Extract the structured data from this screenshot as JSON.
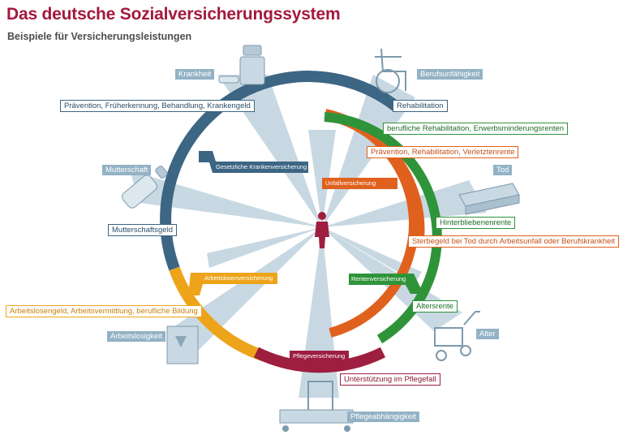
{
  "header": {
    "title": "Das deutsche Sozialversicherungssystem",
    "subtitle": "Beispiele für Versicherungsleistungen"
  },
  "insurances": {
    "kranken": "Gesetzliche Krankenversicherung",
    "unfall": "Unfallversicherung",
    "arbeitslosen": "Arbeitslosenversicherung",
    "renten": "Rentenversicherung",
    "pflege": "Pflegeversicherung"
  },
  "risks": {
    "krankheit": "Krankheit",
    "berufsunfaehigkeit": "Berufsunfähigkeit",
    "mutterschaft": "Mutterschaft",
    "tod": "Tod",
    "arbeitslosigkeit": "Arbeitslosigkeit",
    "alter": "Alter",
    "pflegeabhaengigkeit": "Pflegeabhängigkeit"
  },
  "benefits": {
    "praevention_kv": "Prävention, Früherkennung, Behandlung, Krankengeld",
    "rehabilitation": "Rehabilitation",
    "berufliche_reha": "berufliche Rehabilitation, Erwerbsminderungsrenten",
    "praevention_uv": "Prävention, Rehabilitation, Verletztenrente",
    "hinterbliebenenrente": "Hinterbliebenenrente",
    "sterbegeld": "Sterbegeld bei Tod durch Arbeitsunfall oder Berufskrankheit",
    "mutterschaftsgeld": "Mutterschaftsgeld",
    "arbeitslosengeld": "Arbeitslosengeld, Arbeitsvermittlung, berufliche Bildung",
    "altersrente": "Altersrente",
    "unterstuetzung": "Unterstützung im Pflegefall"
  },
  "colors": {
    "kranken": "#3d6584",
    "renten": "#2f9439",
    "unfall": "#e0611e",
    "arbeitslosen": "#eda41a",
    "pflege": "#9d1e3f",
    "ray": "#bfd2de",
    "risk_label": "#93b2c5",
    "title": "#a3193e"
  }
}
